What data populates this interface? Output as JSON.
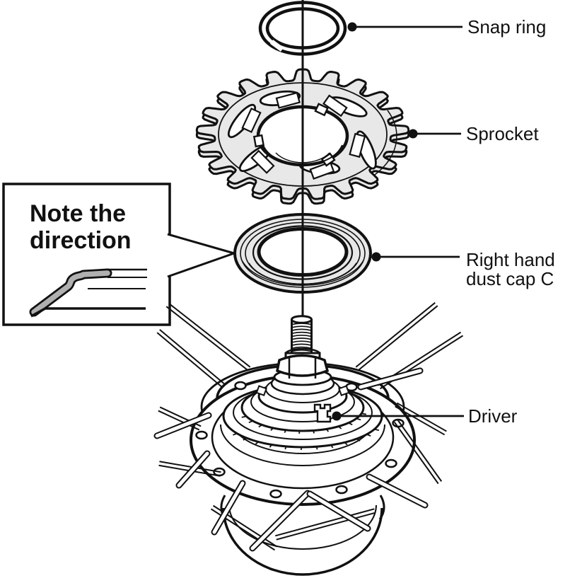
{
  "figure": {
    "description": "Exploded diagram of internal hub driver assembly",
    "sprocket_teeth": 21,
    "colors": {
      "line": "#111111",
      "part_fill": "#e8e8e8",
      "section_band": "#b0b0b0",
      "background": "#ffffff"
    }
  },
  "labels": {
    "snap_ring": "Snap ring",
    "sprocket": "Sprocket",
    "dust_cap_line1": "Right hand",
    "dust_cap_line2": "dust cap C",
    "driver": "Driver"
  },
  "callout": {
    "line1": "Note the",
    "line2": "direction"
  }
}
